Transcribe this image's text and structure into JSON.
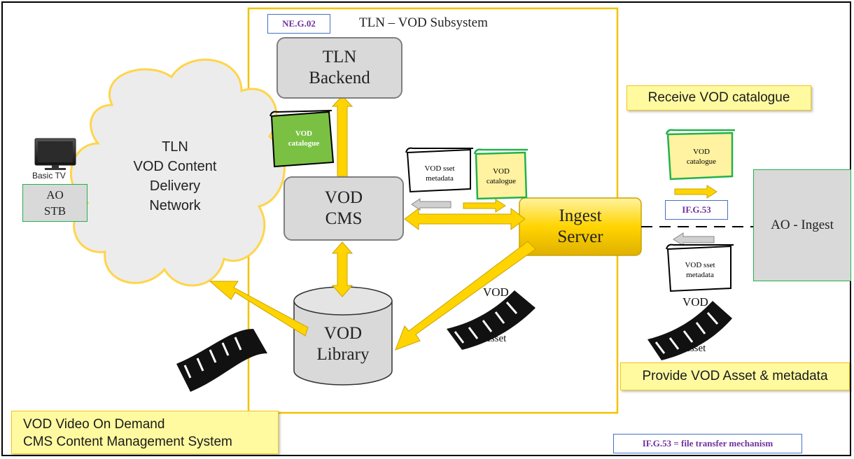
{
  "subsystem": {
    "tag": "NE.G.02",
    "title": "TLN – VOD Subsystem"
  },
  "nodes": {
    "backend": {
      "line1": "TLN",
      "line2": "Backend"
    },
    "cms": {
      "line1": "VOD",
      "line2": "CMS"
    },
    "library": {
      "line1": "VOD",
      "line2": "Library"
    },
    "ingest_server": {
      "line1": "Ingest",
      "line2": "Server"
    },
    "cdn": {
      "line1": "TLN",
      "line2": "VOD Content",
      "line3": "Delivery",
      "line4": "Network"
    },
    "ao_ingest": {
      "label": "AO - Ingest"
    },
    "ao_stb": {
      "line1": "AO",
      "line2": "STB"
    },
    "tv": {
      "label": "Basic TV"
    }
  },
  "documents": {
    "catalogue_green": {
      "line1": "VOD",
      "line2": "catalogue"
    },
    "asset_metadata_inner": {
      "line1": "VOD  sset",
      "line2": "metadata"
    },
    "catalogue_inner": {
      "line1": "VOD",
      "line2": "catalogue"
    },
    "catalogue_right": {
      "line1": "VOD",
      "line2": "catalogue"
    },
    "asset_metadata_right": {
      "line1": "VOD  sset",
      "line2": "metadata"
    }
  },
  "film": {
    "asset_inner": {
      "top": "VOD",
      "bottom": "Asset"
    },
    "asset_right": {
      "top": "VOD",
      "bottom": "Asset"
    }
  },
  "interface": {
    "label": "IF.G.53"
  },
  "notes": {
    "receive": "Receive VOD catalogue",
    "provide": "Provide VOD Asset & metadata",
    "legend_line1": "VOD Video On Demand",
    "legend_line2": "CMS Content Management System"
  },
  "footnote": "IF.G.53 = file transfer mechanism",
  "colors": {
    "arrow_yellow": "#ffd400",
    "arrow_outline": "#c9a400",
    "cloud_fill": "#ececec",
    "cloud_edge": "#ffd54a",
    "grey_box": "#d9d9d9",
    "green_border": "#22b14c",
    "subsystem_border": "#f2c300"
  }
}
